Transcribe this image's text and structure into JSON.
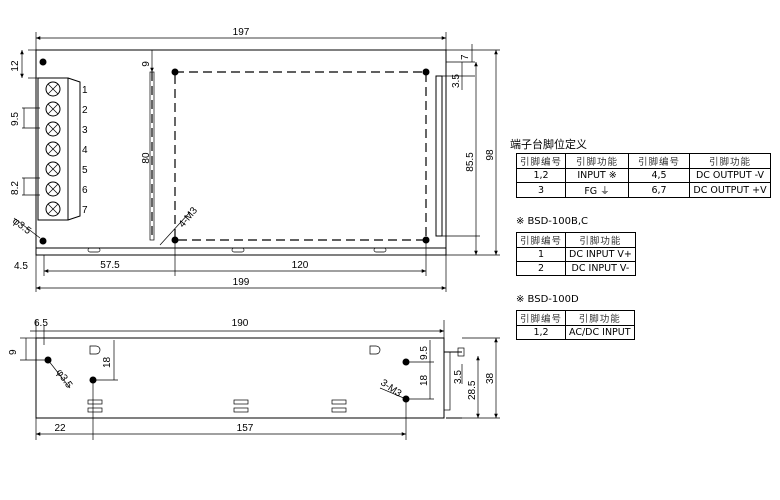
{
  "top_view": {
    "dims": {
      "overall_width": "197",
      "terminal_pitch_a": "12",
      "pitch_b": "9.5",
      "pitch_c": "8.2",
      "hole_dia": "φ3.5",
      "edge_left": "4.5",
      "hole_span_left": "57.5",
      "hole_span_right": "120",
      "base_width": "199",
      "hole_top": "9",
      "hole_height": "80",
      "mount_thread": "4-M3",
      "right_top": "7",
      "right_small": "3.5",
      "inner_height": "85.5",
      "outer_height": "98"
    },
    "terminal_numbers": [
      "1",
      "2",
      "3",
      "4",
      "5",
      "6",
      "7"
    ]
  },
  "side_view": {
    "dims": {
      "left_offset": "6.5",
      "overall_width": "190",
      "top_offset": "9",
      "hole_dia": "φ3.5",
      "mid_height": "18",
      "right_top": "9.5",
      "right_mid": "18",
      "right_small": "3.5",
      "right_low": "28.5",
      "total_height": "38",
      "mount_thread": "3-M3",
      "bottom_left": "22",
      "bottom_span": "157"
    }
  },
  "pin_table_main": {
    "title": "端子台脚位定义",
    "headers": [
      "引脚编号",
      "引脚功能",
      "引脚编号",
      "引脚功能"
    ],
    "rows": [
      [
        "1,2",
        "INPUT ※",
        "4,5",
        "DC OUTPUT -V"
      ],
      [
        "3",
        "FG ⏚",
        "6,7",
        "DC OUTPUT +V"
      ]
    ]
  },
  "pin_table_bc": {
    "title": "※ BSD-100B,C",
    "headers": [
      "引脚编号",
      "引脚功能"
    ],
    "rows": [
      [
        "1",
        "DC INPUT V+"
      ],
      [
        "2",
        "DC INPUT V-"
      ]
    ]
  },
  "pin_table_d": {
    "title": "※ BSD-100D",
    "headers": [
      "引脚编号",
      "引脚功能"
    ],
    "rows": [
      [
        "1,2",
        "AC/DC INPUT"
      ]
    ]
  }
}
